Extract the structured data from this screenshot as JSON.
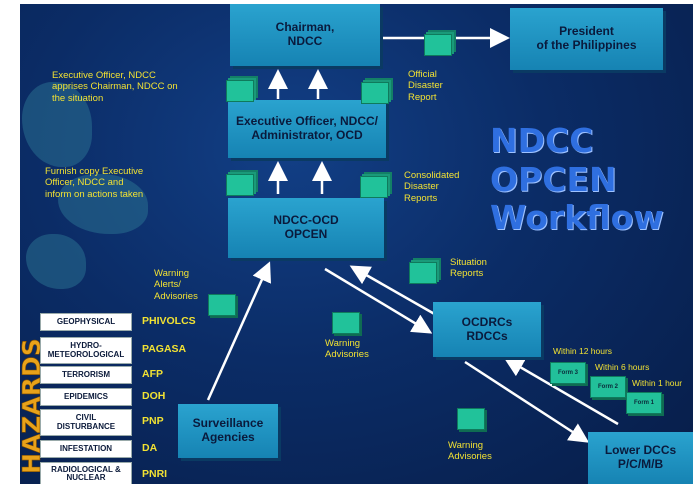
{
  "title": [
    "NDCC",
    "OPCEN",
    "Workflow"
  ],
  "boxes": {
    "chairman": [
      "Chairman,",
      "NDCC"
    ],
    "president": [
      "President",
      "of the Philippines"
    ],
    "exec_officer": [
      "Executive Officer, NDCC/",
      "Administrator, OCD"
    ],
    "opcen": [
      "NDCC-OCD",
      "OPCEN"
    ],
    "ocdrcs": [
      "OCDRCs",
      "RDCCs"
    ],
    "surveillance": [
      "Surveillance",
      "Agencies"
    ],
    "lower_dccs": [
      "Lower DCCs",
      "P/C/M/B"
    ]
  },
  "labels": {
    "exec_apprises": [
      "Executive Officer, NDCC",
      "apprises Chairman, NDCC on",
      "the situation"
    ],
    "furnish_copy": [
      "Furnish copy Executive",
      "Officer, NDCC and",
      "inform on actions taken"
    ],
    "official_report": [
      "Official",
      "Disaster",
      "Report"
    ],
    "consolidated": [
      "Consolidated",
      "Disaster",
      "Reports"
    ],
    "situation": [
      "Situation",
      "Reports"
    ],
    "warning_alerts": [
      "Warning",
      "Alerts/",
      "Advisories"
    ],
    "warning_adv_1": [
      "Warning",
      "Advisories"
    ],
    "warning_adv_2": [
      "Warning",
      "Advisories"
    ],
    "within_12": "Within 12 hours",
    "within_6": "Within 6 hours",
    "within_1": "Within 1 hour"
  },
  "forms": [
    "Form 3",
    "Form 2",
    "Form 1"
  ],
  "hazards_word": "HAZARDS",
  "hazards": [
    {
      "name": "GEOPHYSICAL",
      "agency": "PHIVOLCS"
    },
    {
      "name": "HYDRO-\nMETEOROLOGICAL",
      "agency": "PAGASA"
    },
    {
      "name": "TERRORISM",
      "agency": "AFP"
    },
    {
      "name": "EPIDEMICS",
      "agency": "DOH"
    },
    {
      "name": "CIVIL\nDISTURBANCE",
      "agency": "PNP"
    },
    {
      "name": "INFESTATION",
      "agency": "DA"
    },
    {
      "name": "RADIOLOGICAL &\nNUCLEAR",
      "agency": "PNRI"
    }
  ],
  "colors": {
    "box": "#1c94c4",
    "label_yellow": "#f2e233",
    "title_blue": "#2f6fe0",
    "doc_green": "#21c29a"
  }
}
